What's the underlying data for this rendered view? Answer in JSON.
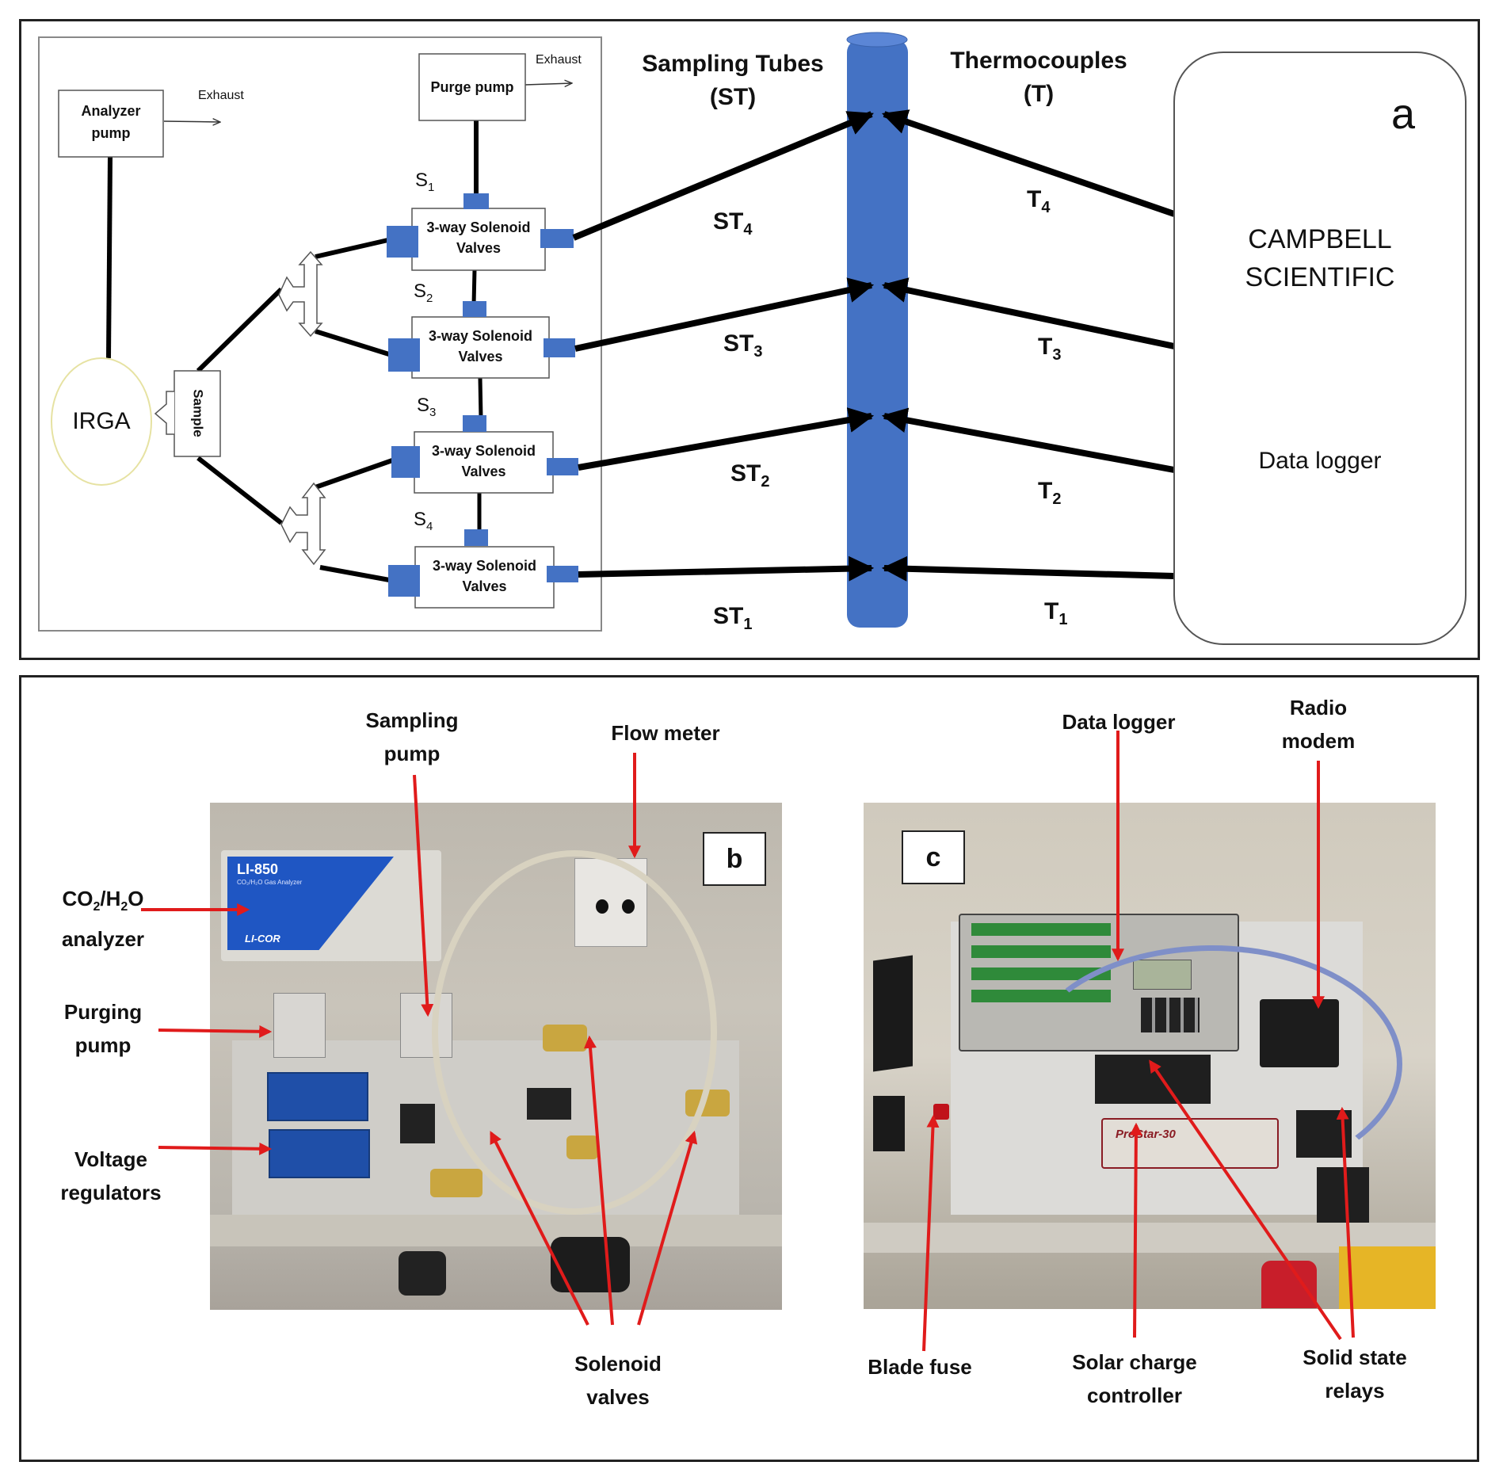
{
  "panel_a": {
    "label": "a",
    "analyzer_pump": "Analyzer pump",
    "analyzer_pump_line1": "Analyzer",
    "analyzer_pump_line2": "pump",
    "exhaust_left": "Exhaust",
    "purge_pump": "Purge pump",
    "exhaust_right": "Exhaust",
    "irga": "IRGA",
    "sample": "Sample",
    "valves": [
      {
        "id": "S",
        "sub": "1",
        "line1": "3-way Solenoid",
        "line2": "Valves"
      },
      {
        "id": "S",
        "sub": "2",
        "line1": "3-way Solenoid",
        "line2": "Valves"
      },
      {
        "id": "S",
        "sub": "3",
        "line1": "3-way Solenoid",
        "line2": "Valves"
      },
      {
        "id": "S",
        "sub": "4",
        "line1": "3-way Solenoid",
        "line2": "Valves"
      }
    ],
    "sampling_tubes_title": "Sampling Tubes",
    "sampling_tubes_abbr": "(ST)",
    "thermocouples_title": "Thermocouples",
    "thermocouples_abbr": "(T)",
    "tubes": [
      {
        "base": "ST",
        "sub": "4"
      },
      {
        "base": "ST",
        "sub": "3"
      },
      {
        "base": "ST",
        "sub": "2"
      },
      {
        "base": "ST",
        "sub": "1"
      }
    ],
    "thermos": [
      {
        "base": "T",
        "sub": "4"
      },
      {
        "base": "T",
        "sub": "3"
      },
      {
        "base": "T",
        "sub": "2"
      },
      {
        "base": "T",
        "sub": "1"
      }
    ],
    "logger_brand_line1": "CAMPBELL",
    "logger_brand_line2": "SCIENTIFIC",
    "logger_label": "Data logger",
    "colors": {
      "pole": "#4472c4",
      "port": "#4472c4",
      "irga_outline": "#e8e4a0",
      "line": "#000000"
    }
  },
  "panel_b": {
    "label": "b",
    "analyzer_brand": "LI-850",
    "analyzer_subtitle": "CO₂/H₂O Gas Analyzer",
    "analyzer_maker": "LI-COR",
    "callouts": {
      "co2_h2o_line1_a": "CO",
      "co2_h2o_line1_sub1": "2",
      "co2_h2o_line1_b": "/H",
      "co2_h2o_line1_sub2": "2",
      "co2_h2o_line1_c": "O",
      "co2_h2o_line2": "analyzer",
      "purging_line1": "Purging",
      "purging_line2": "pump",
      "voltage_line1": "Voltage",
      "voltage_line2": "regulators",
      "sampling_line1": "Sampling",
      "sampling_line2": "pump",
      "flow_meter": "Flow meter",
      "solenoid_line1": "Solenoid",
      "solenoid_line2": "valves"
    }
  },
  "panel_c": {
    "label": "c",
    "controller_brand": "ProStar-30",
    "callouts": {
      "data_logger": "Data logger",
      "radio_line1": "Radio",
      "radio_line2": "modem",
      "blade_fuse": "Blade fuse",
      "solar_line1": "Solar charge",
      "solar_line2": "controller",
      "relays_line1": "Solid state",
      "relays_line2": "relays"
    },
    "colors": {
      "arrow": "#e01b1b"
    }
  }
}
